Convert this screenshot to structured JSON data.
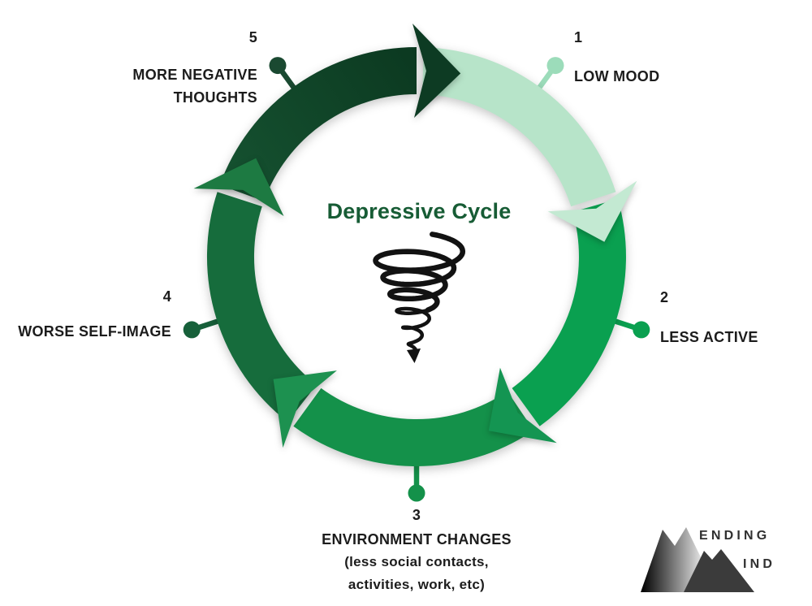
{
  "page": {
    "background": "#ffffff"
  },
  "title": {
    "text": "Depressive Cycle",
    "color": "#175c35"
  },
  "center_icon": {
    "name": "downward-spiral-arrow",
    "color": "#121212"
  },
  "cycle": {
    "direction": "clockwise",
    "segments": [
      {
        "number": "1",
        "lines": [
          "LOW MOOD"
        ],
        "color": "#b7e4c9",
        "arrow_color": "#c3e9d2",
        "connector_color": "#9cdcba"
      },
      {
        "number": "2",
        "lines": [
          "LESS ACTIVE"
        ],
        "color": "#0aa050",
        "arrow_color": "#149552",
        "connector_color": "#0aa050"
      },
      {
        "number": "3",
        "lines": [
          "ENVIRONMENT CHANGES",
          "(less social contacts,",
          "activities, work, etc)"
        ],
        "color": "#14914a",
        "arrow_color": "#1d9150",
        "connector_color": "#14914a"
      },
      {
        "number": "4",
        "lines": [
          "WORSE SELF-IMAGE"
        ],
        "color": "#166c3c",
        "arrow_color": "#1d7a42",
        "connector_color": "#17603a"
      },
      {
        "number": "5",
        "lines": [
          "MORE NEGATIVE",
          "THOUGHTS"
        ],
        "color": "#155130",
        "color2": "#0c3a21",
        "arrow_color": "#0d3b23",
        "connector_color": "#1a4931"
      }
    ]
  },
  "logo": {
    "line1": "ENDING",
    "line2": "IND",
    "text_color": "#303030",
    "mountain_dark": "#3b3b3b",
    "mountain_gradient": [
      "#060606",
      "#fbfbfb"
    ]
  }
}
